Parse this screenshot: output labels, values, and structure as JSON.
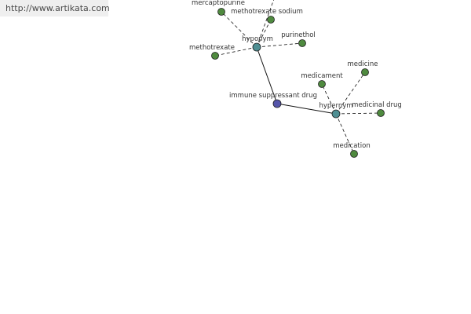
{
  "site_url": "http://www.artikata.com",
  "colors": {
    "center": "#5555aa",
    "relation": "#4f8f93",
    "term": "#4f8a3f",
    "banner": "#efefef"
  },
  "center": {
    "label": "immune suppressant drug"
  },
  "relations": [
    {
      "id": "hyponym",
      "label": "hyponym",
      "terms": [
        "mercaptopurine",
        "methotrexate sodium",
        "purinethol",
        "methotrexate",
        ""
      ]
    },
    {
      "id": "hypernym",
      "label": "hypernym",
      "terms": [
        "medicament",
        "medicine",
        "medicinal drug",
        "medication"
      ]
    }
  ]
}
